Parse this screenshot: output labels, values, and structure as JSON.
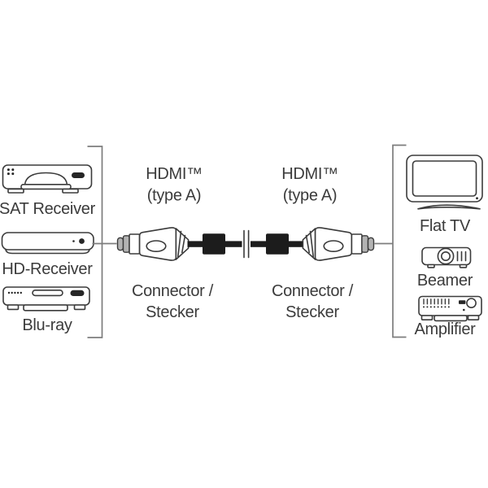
{
  "diagram": {
    "left_devices": [
      {
        "icon": "sat-receiver-icon",
        "label": "SAT Receiver"
      },
      {
        "icon": "hd-receiver-icon",
        "label": "HD-Receiver"
      },
      {
        "icon": "blu-ray-icon",
        "label": "Blu-ray"
      }
    ],
    "right_devices": [
      {
        "icon": "flat-tv-icon",
        "label": "Flat TV"
      },
      {
        "icon": "beamer-icon",
        "label": "Beamer"
      },
      {
        "icon": "amplifier-icon",
        "label": "Amplifier"
      }
    ],
    "cable": {
      "icon": "hdmi-cable-icon",
      "left_end": {
        "type_line1": "HDMI™",
        "type_line2": "(type A)",
        "name_line1": "Connector /",
        "name_line2": "Stecker"
      },
      "right_end": {
        "type_line1": "HDMI™",
        "type_line2": "(type A)",
        "name_line1": "Connector /",
        "name_line2": "Stecker"
      }
    },
    "colors": {
      "outline": "#3b3b3b",
      "text": "#3b3b3b",
      "cable_fill": "#1c1c1c",
      "bracket": "#7d7d7d",
      "plug_tip_fill": "#b3b3b3",
      "background": "#ffffff"
    }
  }
}
